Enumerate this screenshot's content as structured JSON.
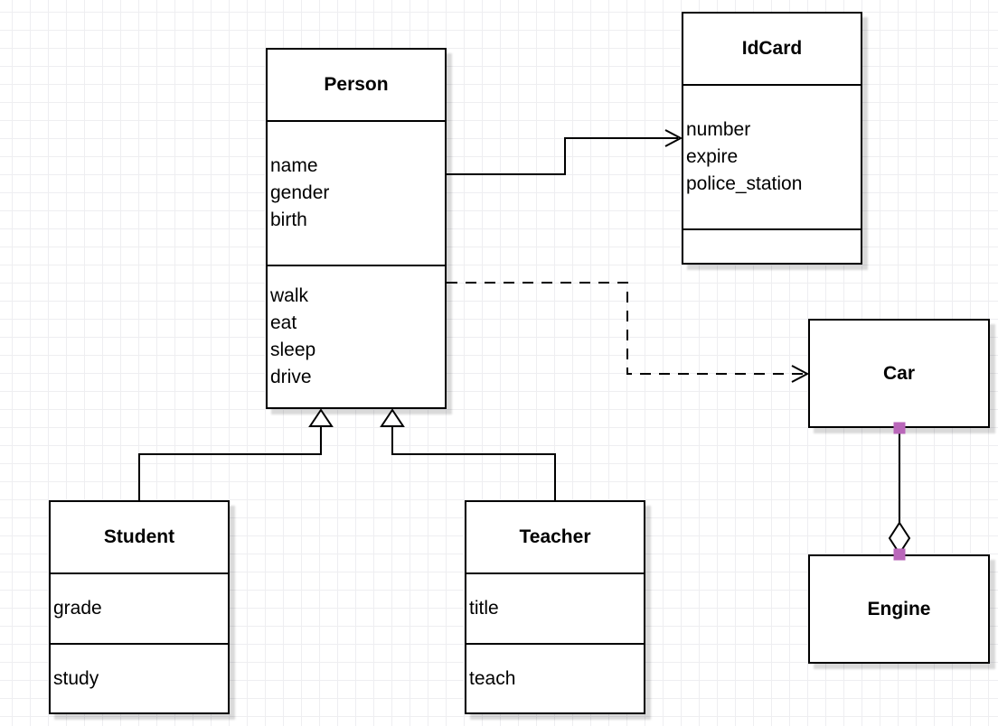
{
  "diagram": {
    "classes": {
      "person": {
        "title": "Person",
        "attributes": [
          "name",
          "gender",
          "birth"
        ],
        "methods": [
          "walk",
          "eat",
          "sleep",
          "drive"
        ]
      },
      "idcard": {
        "title": "IdCard",
        "attributes": [
          "number",
          "expire",
          "police_station"
        ],
        "methods": []
      },
      "car": {
        "title": "Car",
        "attributes": [],
        "methods": []
      },
      "engine": {
        "title": "Engine",
        "attributes": [],
        "methods": []
      },
      "student": {
        "title": "Student",
        "attributes": [
          "grade"
        ],
        "methods": [
          "study"
        ]
      },
      "teacher": {
        "title": "Teacher",
        "attributes": [
          "title"
        ],
        "methods": [
          "teach"
        ]
      }
    },
    "relationships": [
      {
        "from": "Person",
        "to": "IdCard",
        "type": "directed-association",
        "line": "solid",
        "arrow": "open-arrow"
      },
      {
        "from": "Person",
        "to": "Car",
        "type": "dependency",
        "line": "dashed",
        "arrow": "open-arrow"
      },
      {
        "from": "Student",
        "to": "Person",
        "type": "generalization",
        "line": "solid",
        "arrow": "hollow-triangle"
      },
      {
        "from": "Teacher",
        "to": "Person",
        "type": "generalization",
        "line": "solid",
        "arrow": "hollow-triangle"
      },
      {
        "from": "Car",
        "to": "Engine",
        "type": "aggregation",
        "line": "solid",
        "arrow": "hollow-diamond"
      }
    ],
    "colors": {
      "box_fill": "#ffffff",
      "box_stroke": "#000000",
      "endpoint_marker": "#ba67ba",
      "grid_line": "#eeeef1",
      "canvas_background": "#ffffff"
    }
  }
}
